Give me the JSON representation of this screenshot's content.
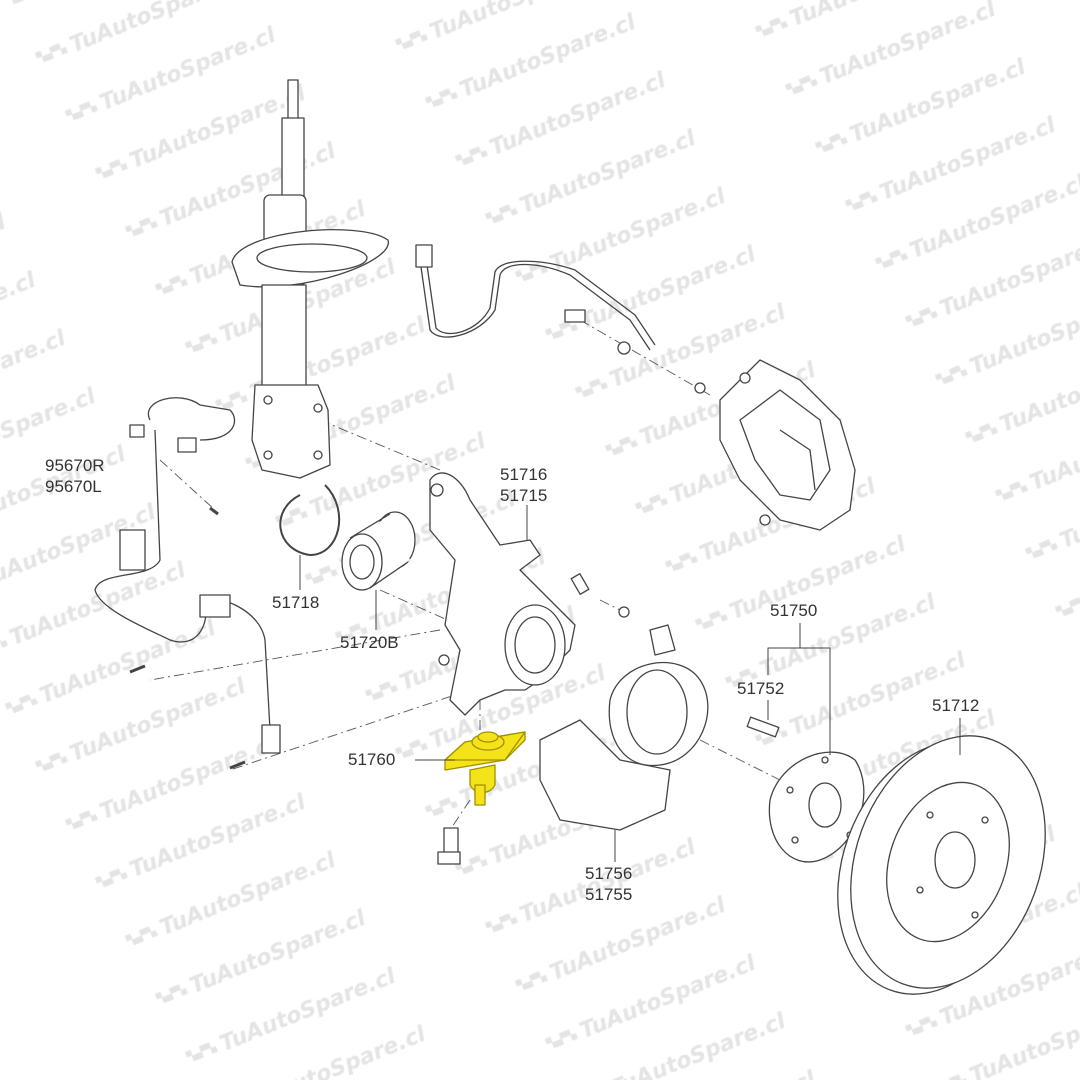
{
  "watermark": "TuAutoSpare.cl",
  "highlight_color": "#f5e31a",
  "labels": {
    "abs_sensor_r": "95670R",
    "abs_sensor_l": "95670L",
    "knuckle_a": "51716",
    "knuckle_b": "51715",
    "snap_ring": "51718",
    "bearing": "51720B",
    "ball_joint": "51760",
    "hub_assy": "51750",
    "hub_bolt": "51752",
    "disc": "51712",
    "dust_cover_a": "51756",
    "dust_cover_b": "51755"
  }
}
